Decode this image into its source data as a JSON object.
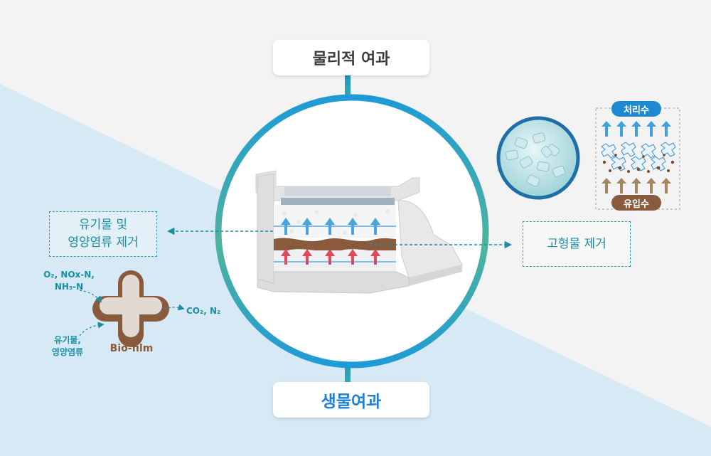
{
  "top_box": {
    "label": "물리적 여과"
  },
  "bottom_box": {
    "label": "생물여과"
  },
  "left_box": {
    "line1": "유기물 및",
    "line2": "영양염류 제거"
  },
  "right_box": {
    "label": "고형물 제거"
  },
  "biofilm": {
    "label": "Bio-film",
    "input_top_line1": "O₂, NOx-N,",
    "input_top_line2": "NH₃-N",
    "input_bottom_line1": "유기물,",
    "input_bottom_line2": "영양염류",
    "output": "CO₂, N₂"
  },
  "media_panel": {
    "treated_label": "처리수",
    "inflow_label": "유입수"
  },
  "colors": {
    "teal": "#1b8ea3",
    "ring_blue": "#1e9bd7",
    "ring_green": "#6dbb8a",
    "light_blue_bg": "#d6e9f5",
    "brown": "#8a5a3c",
    "up_arrow_blue": "#4aa3e0",
    "up_arrow_red": "#e04a5a"
  }
}
